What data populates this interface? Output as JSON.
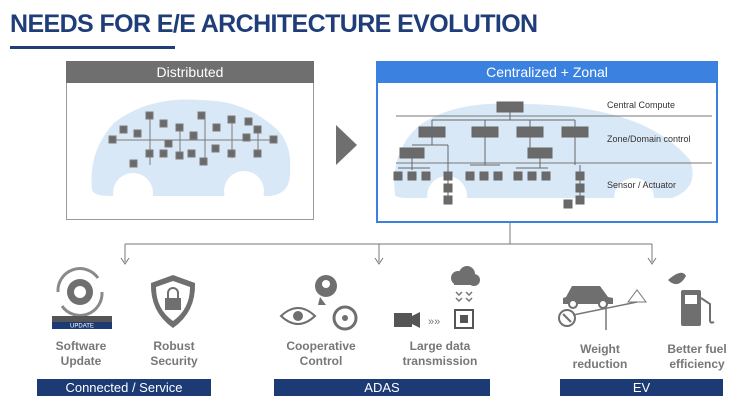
{
  "title": "NEEDS FOR E/E ARCHITECTURE EVOLUTION",
  "distributed": {
    "label": "Distributed"
  },
  "centralized": {
    "label": "Centralized + Zonal",
    "layers": [
      "Central Compute",
      "Zone/Domain control",
      "Sensor / Actuator"
    ]
  },
  "groups": [
    {
      "label": "Connected / Service",
      "items": [
        {
          "name": "Software Update",
          "line1": "Software",
          "line2": "Update",
          "icon": "gear-update-icon",
          "badge": "UPDATE"
        },
        {
          "name": "Robust Security",
          "line1": "Robust",
          "line2": "Security",
          "icon": "shield-lock-icon"
        }
      ]
    },
    {
      "label": "ADAS",
      "items": [
        {
          "name": "Cooperative Control",
          "line1": "Cooperative",
          "line2": "Control",
          "icon": "eye-brain-wheel-icon"
        },
        {
          "name": "Large data transmission",
          "line1": "Large data",
          "line2": "transmission",
          "icon": "camera-chip-cloud-icon"
        }
      ]
    },
    {
      "label": "EV",
      "items": [
        {
          "name": "Weight reduction",
          "line1": "Weight",
          "line2": "reduction",
          "icon": "car-scale-icon"
        },
        {
          "name": "Better fuel efficiency",
          "line1": "Better fuel",
          "line2": "efficiency",
          "icon": "fuel-pump-leaf-icon"
        }
      ]
    }
  ],
  "colors": {
    "navy": "#1c3a74",
    "blue": "#3b82e0",
    "gray": "#6f6f6f",
    "car": "#d9e8f7",
    "node": "#6a6a6a"
  }
}
